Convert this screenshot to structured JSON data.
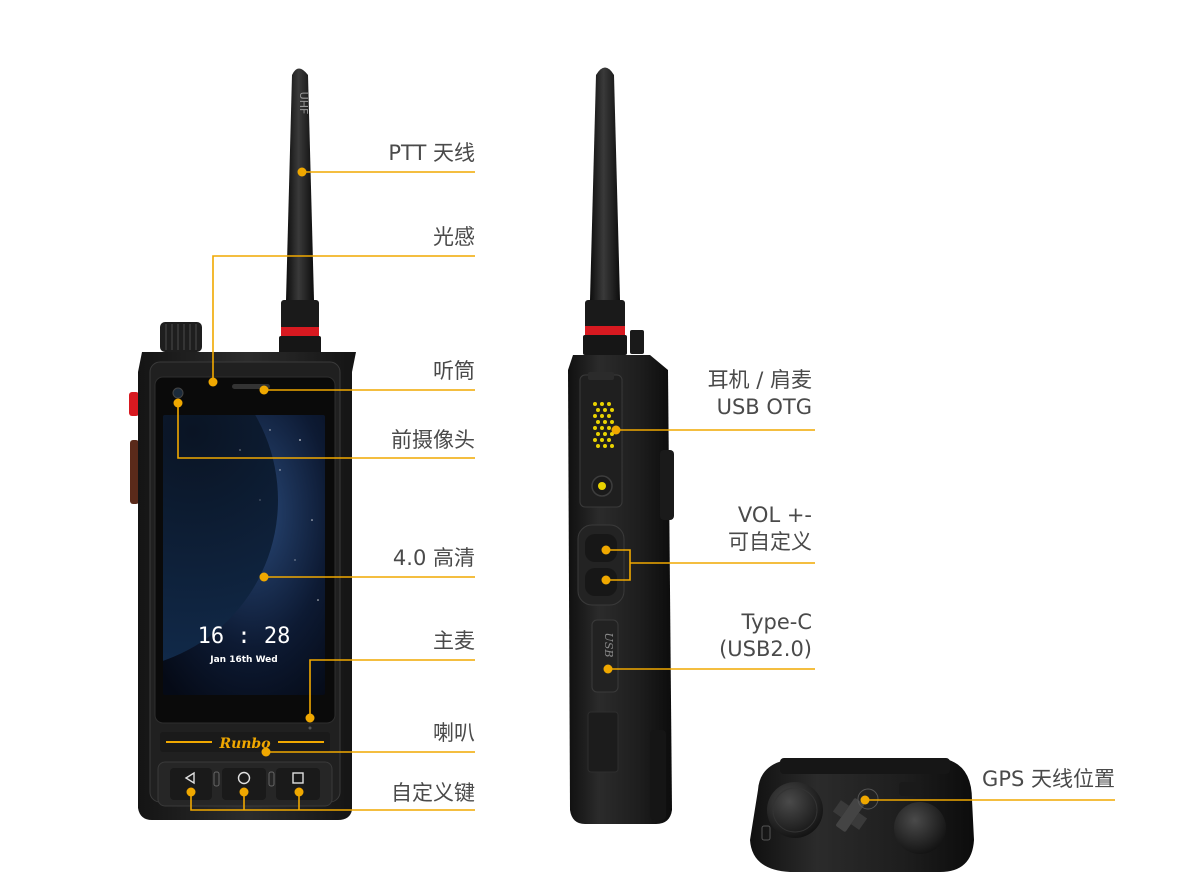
{
  "device": {
    "antenna_text": "UHF",
    "brand": "Runbo",
    "screen_time": "16 : 28",
    "screen_date": "Jan 16th Wed",
    "side_port_text": "USB"
  },
  "labels": {
    "ptt_antenna": "PTT 天线",
    "light_sensor": "光感",
    "earpiece": "听筒",
    "front_camera": "前摄像头",
    "display": "4.0 高清",
    "main_mic": "主麦",
    "speaker": "喇叭",
    "custom_keys": "自定义键",
    "earphone_line1": "耳机 / 肩麦",
    "earphone_line2": "USB OTG",
    "vol_line1": "VOL +-",
    "vol_line2": "可自定义",
    "typec_line1": "Type-C",
    "typec_line2": "(USB2.0)",
    "gps": "GPS 天线位置"
  },
  "colors": {
    "accent": "#f0a800",
    "body": "#1d1d1f",
    "antenna_ring": "#d71920"
  }
}
